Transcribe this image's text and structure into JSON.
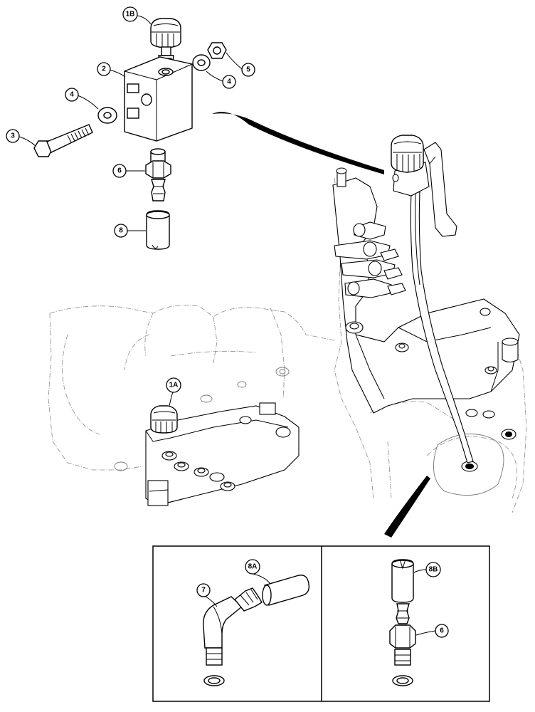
{
  "callouts": {
    "c1b": "1B",
    "c2": "2",
    "c3": "3",
    "c4a": "4",
    "c4b": "4",
    "c5": "5",
    "c6a": "6",
    "c8": "8",
    "c1a": "1A",
    "c7": "7",
    "c8a": "8A",
    "c8b": "8B",
    "c6b": "6"
  },
  "colors": {
    "line": "#000000",
    "background": "#ffffff",
    "ghost": "#8a8a8a"
  }
}
